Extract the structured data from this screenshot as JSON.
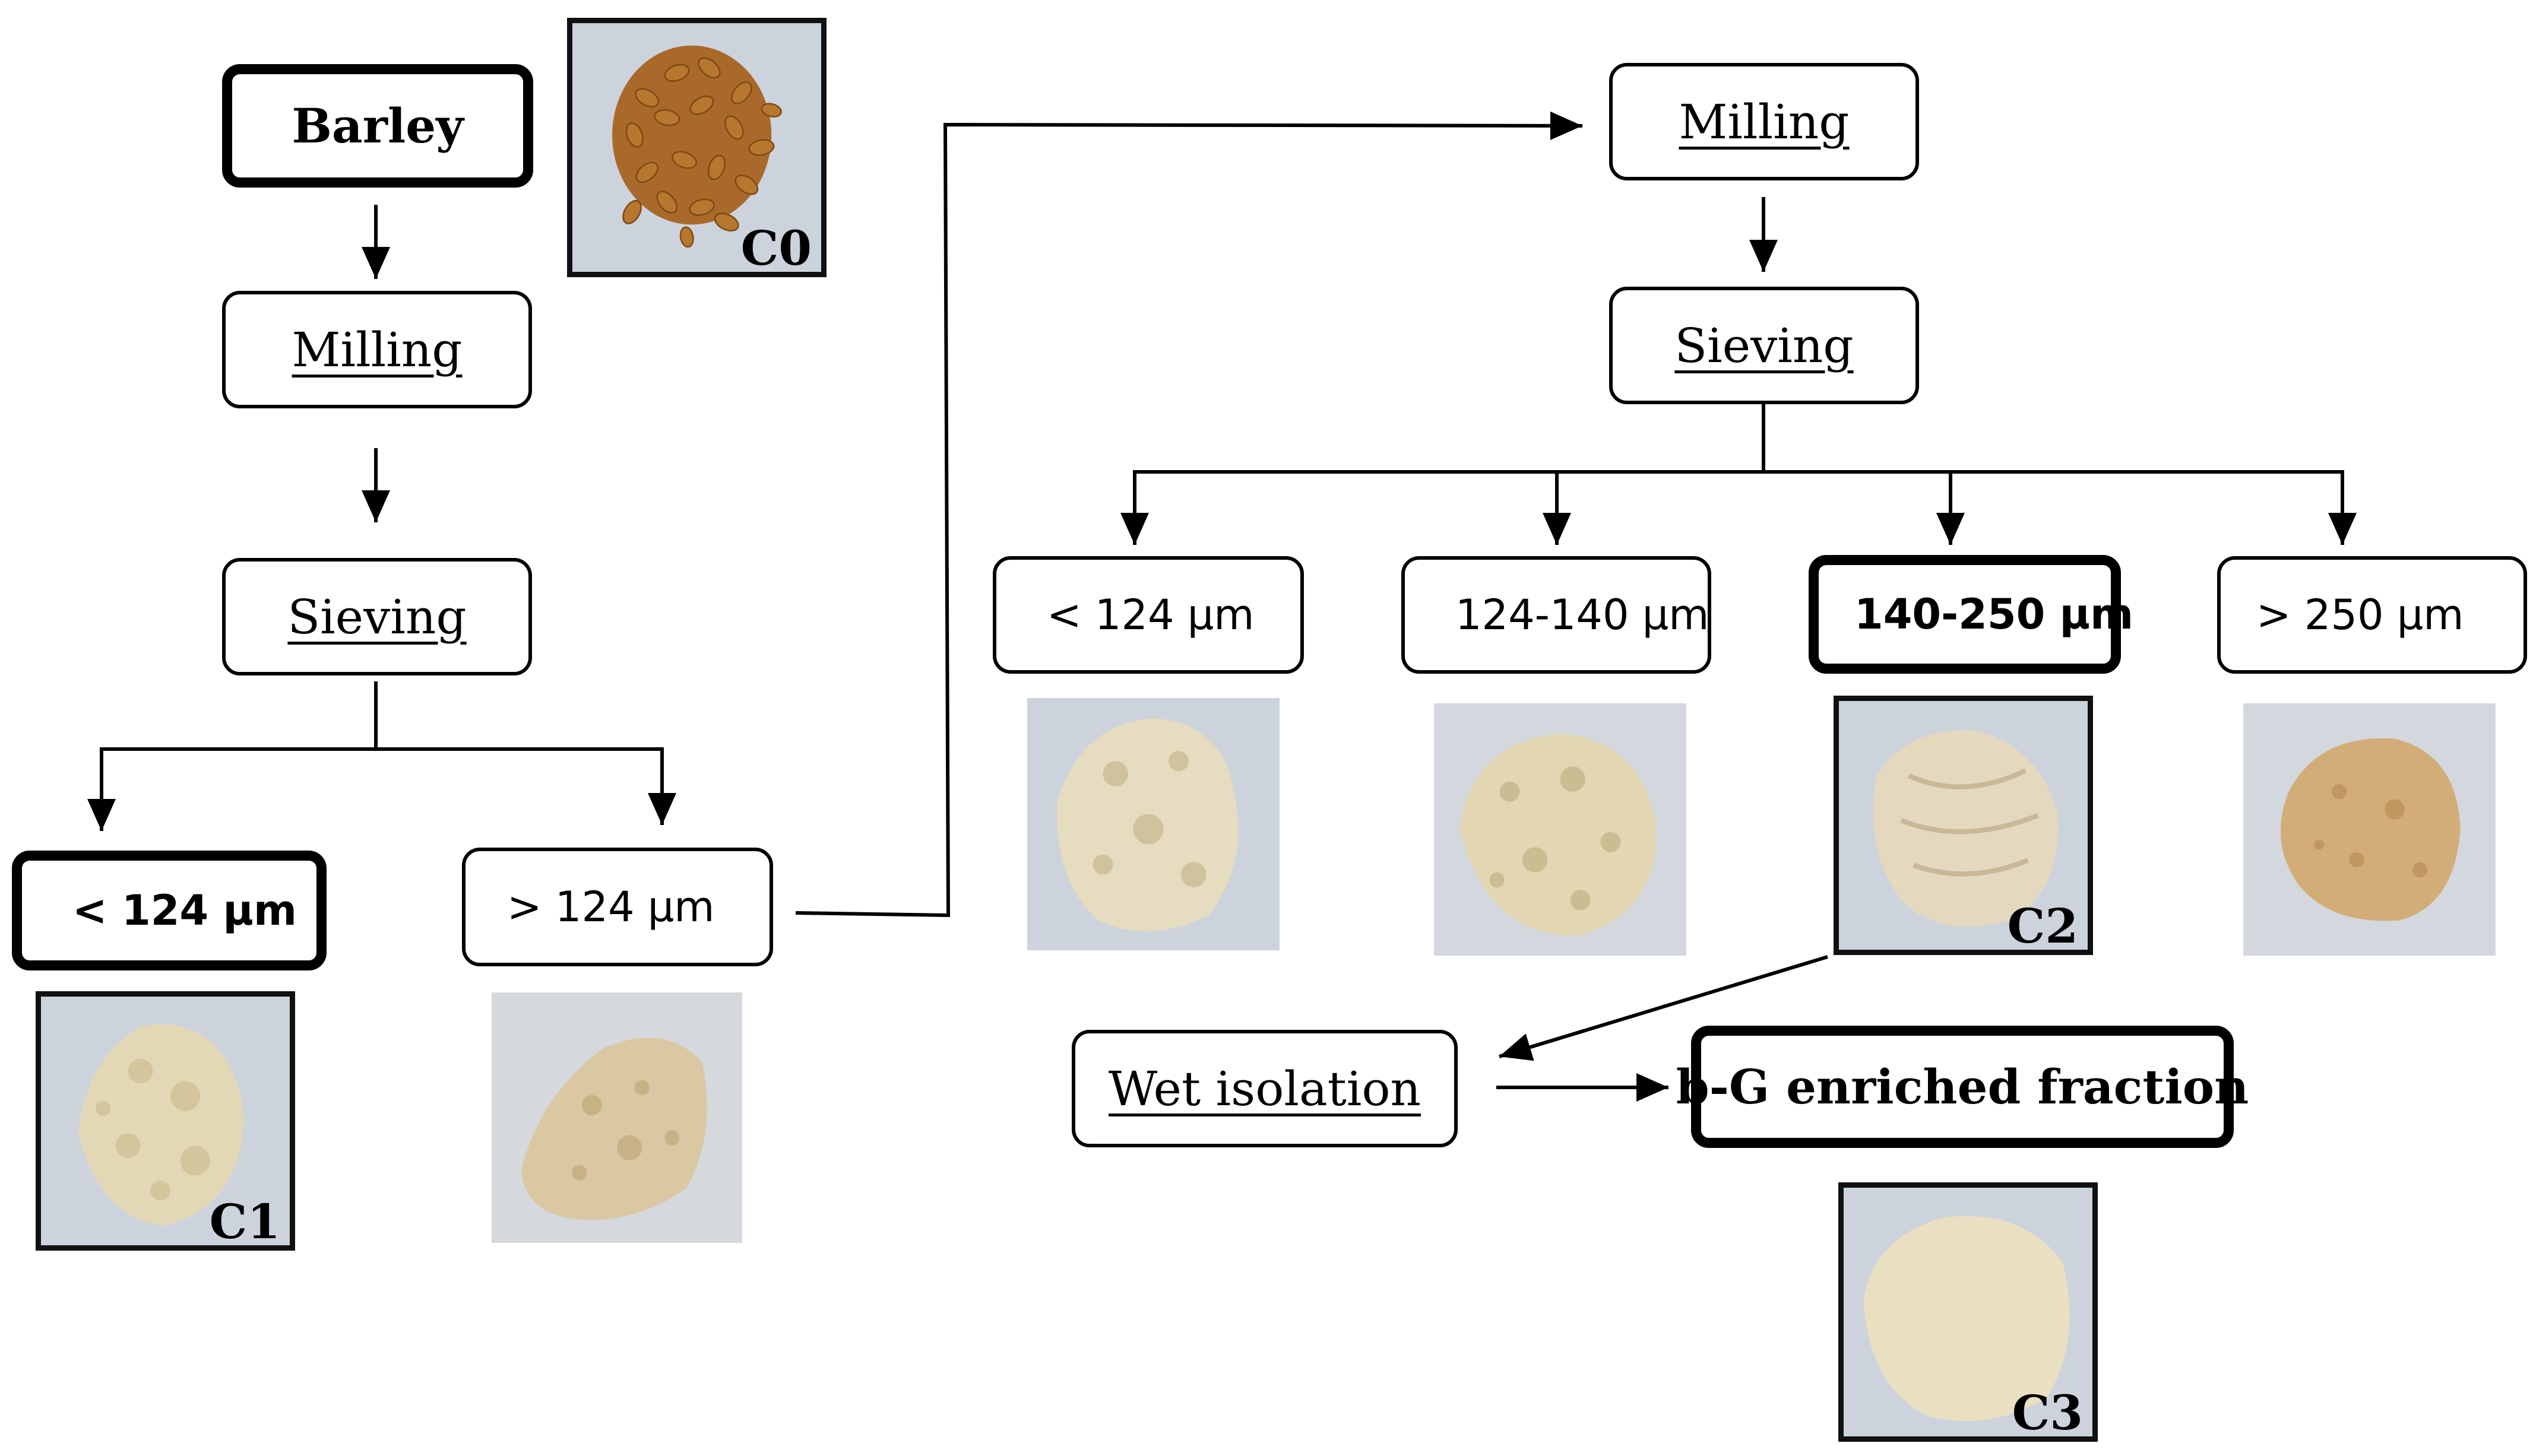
{
  "steps": {
    "barley": "Barley",
    "milling_1": "Milling",
    "sieving_1": "Sieving",
    "milling_2": "Milling",
    "sieving_2": "Sieving",
    "wet_isolation": "Wet isolation",
    "bg_fraction": "b-G enriched fraction"
  },
  "fractions": {
    "first_fine": "< 124 µm",
    "first_coarse": "> 124 µm",
    "second": [
      {
        "label": "< 124 µm"
      },
      {
        "label": "124-140 µm"
      },
      {
        "label": "140-250 µm"
      },
      {
        "label": "> 250 µm"
      }
    ]
  },
  "photo_labels": {
    "c0": "C0",
    "c1": "C1",
    "c2": "C2",
    "c3": "C3"
  },
  "colors": {
    "grain": "#b7772e",
    "flour_light": "#e6dcbf",
    "flour_beige": "#d6c29a",
    "flour_coarse": "#cfa874",
    "powder_c3": "#e9e0c2",
    "photo_background": "#cdd3dc"
  }
}
